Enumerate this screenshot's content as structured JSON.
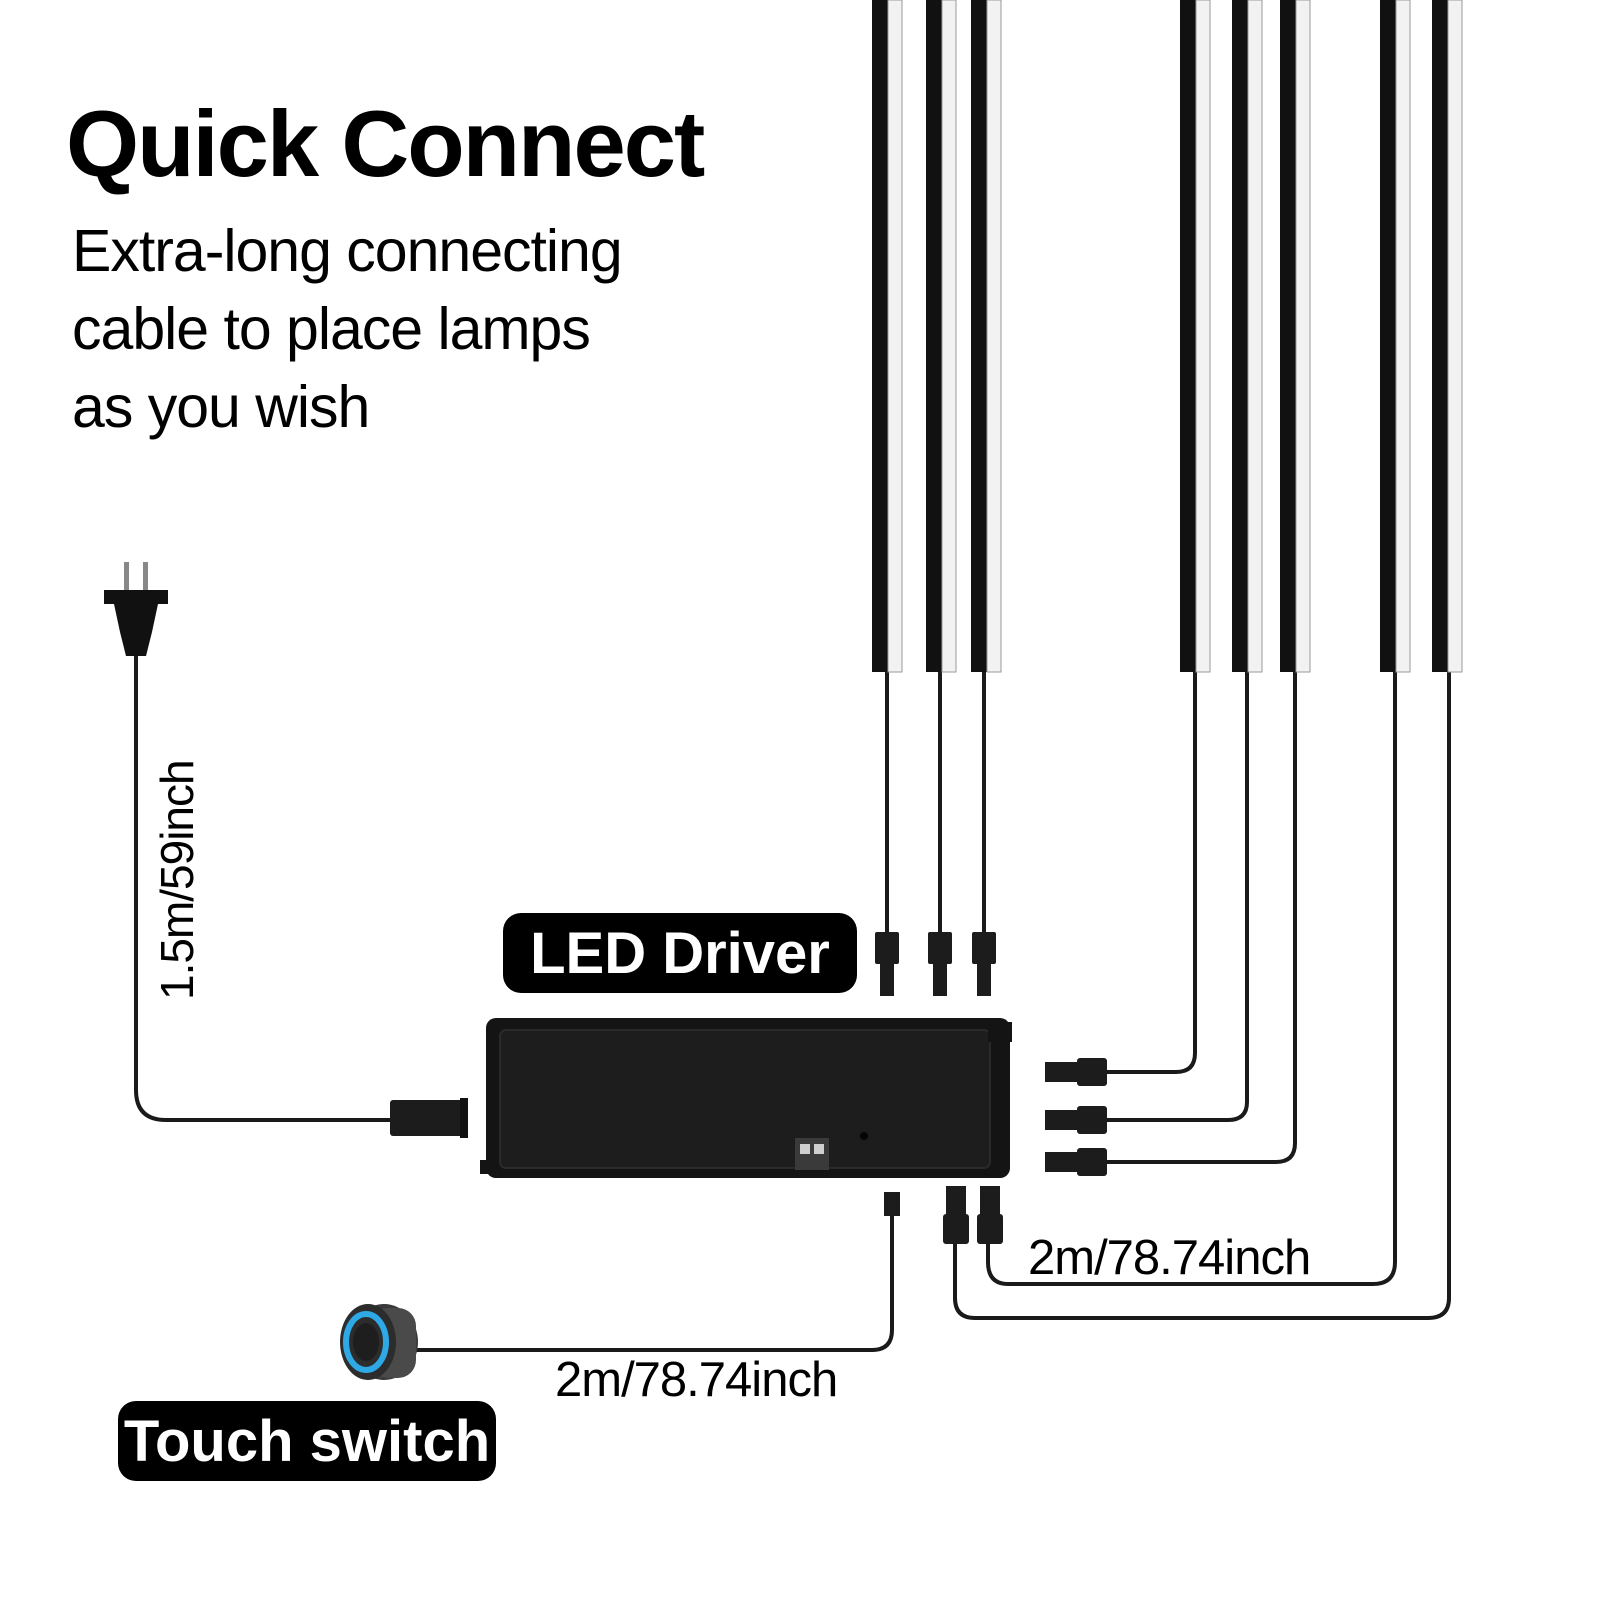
{
  "title": "Quick Connect",
  "description": [
    "Extra-long connecting",
    "cable to place lamps",
    "as you wish"
  ],
  "labels": {
    "led_driver": "LED Driver",
    "touch_switch": "Touch switch"
  },
  "dimensions": {
    "power_cable": "1.5m/59inch",
    "switch_cable": "2m/78.74inch",
    "strip_cable": "2m/78.74inch"
  },
  "light_strip_count": 8,
  "colors": {
    "wire": "#1a1a1a",
    "driver_body": "#141414",
    "strip_dark": "#111111",
    "strip_light": "#f2f2f2",
    "switch_ring": "#2fa8e6",
    "pill_bg": "#000000"
  }
}
